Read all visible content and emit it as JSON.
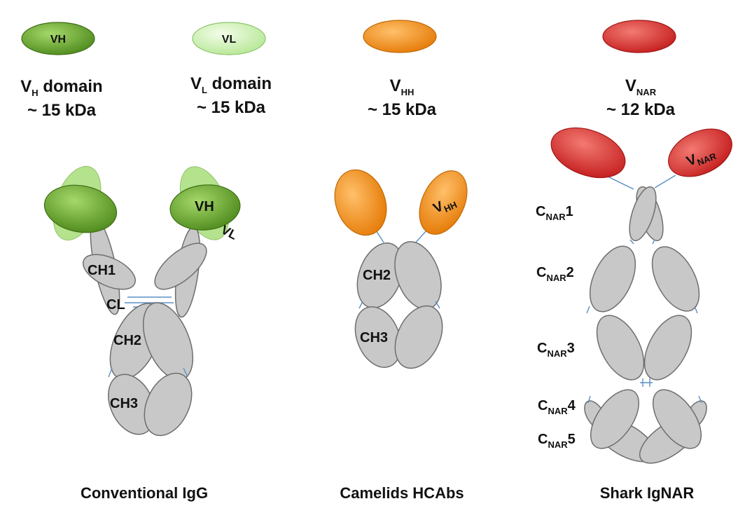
{
  "legend": {
    "vh": {
      "oval_label": "VH",
      "name_main": "V",
      "name_sub": "H",
      "name_rest": " domain",
      "size": "~ 15 kDa"
    },
    "vl": {
      "oval_label": "VL",
      "name_main": "V",
      "name_sub": "L",
      "name_rest": " domain",
      "size": "~ 15 kDa"
    },
    "vhh": {
      "name_main": "V",
      "name_sub": "HH",
      "size": "~ 15 kDa"
    },
    "vnar": {
      "name_main": "V",
      "name_sub": "NAR",
      "size": "~ 12 kDa"
    }
  },
  "igg": {
    "vh_label": "VH",
    "vl_label": "VL",
    "ch1_label": "CH1",
    "cl_label": "CL",
    "ch2_label": "CH2",
    "ch3_label": "CH3",
    "caption": "Conventional IgG"
  },
  "hcab": {
    "vhh_main": "V",
    "vhh_sub": "HH",
    "ch2_label": "CH2",
    "ch3_label": "CH3",
    "caption": "Camelids HCAbs"
  },
  "ignar": {
    "vnar_main": "V",
    "vnar_sub": "NAR",
    "domains": [
      {
        "main": "C",
        "sub": "NAR",
        "num": "1"
      },
      {
        "main": "C",
        "sub": "NAR",
        "num": "2"
      },
      {
        "main": "C",
        "sub": "NAR",
        "num": "3"
      },
      {
        "main": "C",
        "sub": "NAR",
        "num": "4"
      },
      {
        "main": "C",
        "sub": "NAR",
        "num": "5"
      }
    ],
    "caption": "Shark IgNAR"
  },
  "colors": {
    "vh_dark": "#5a9a22",
    "vh_light": "#a6d86a",
    "vl_light": "#c9efb0",
    "vhh_orange": "#f08a12",
    "vnar_red": "#d42a26",
    "constant_grey": "#c8c8c8",
    "linker_blue": "#5b8fc6"
  }
}
